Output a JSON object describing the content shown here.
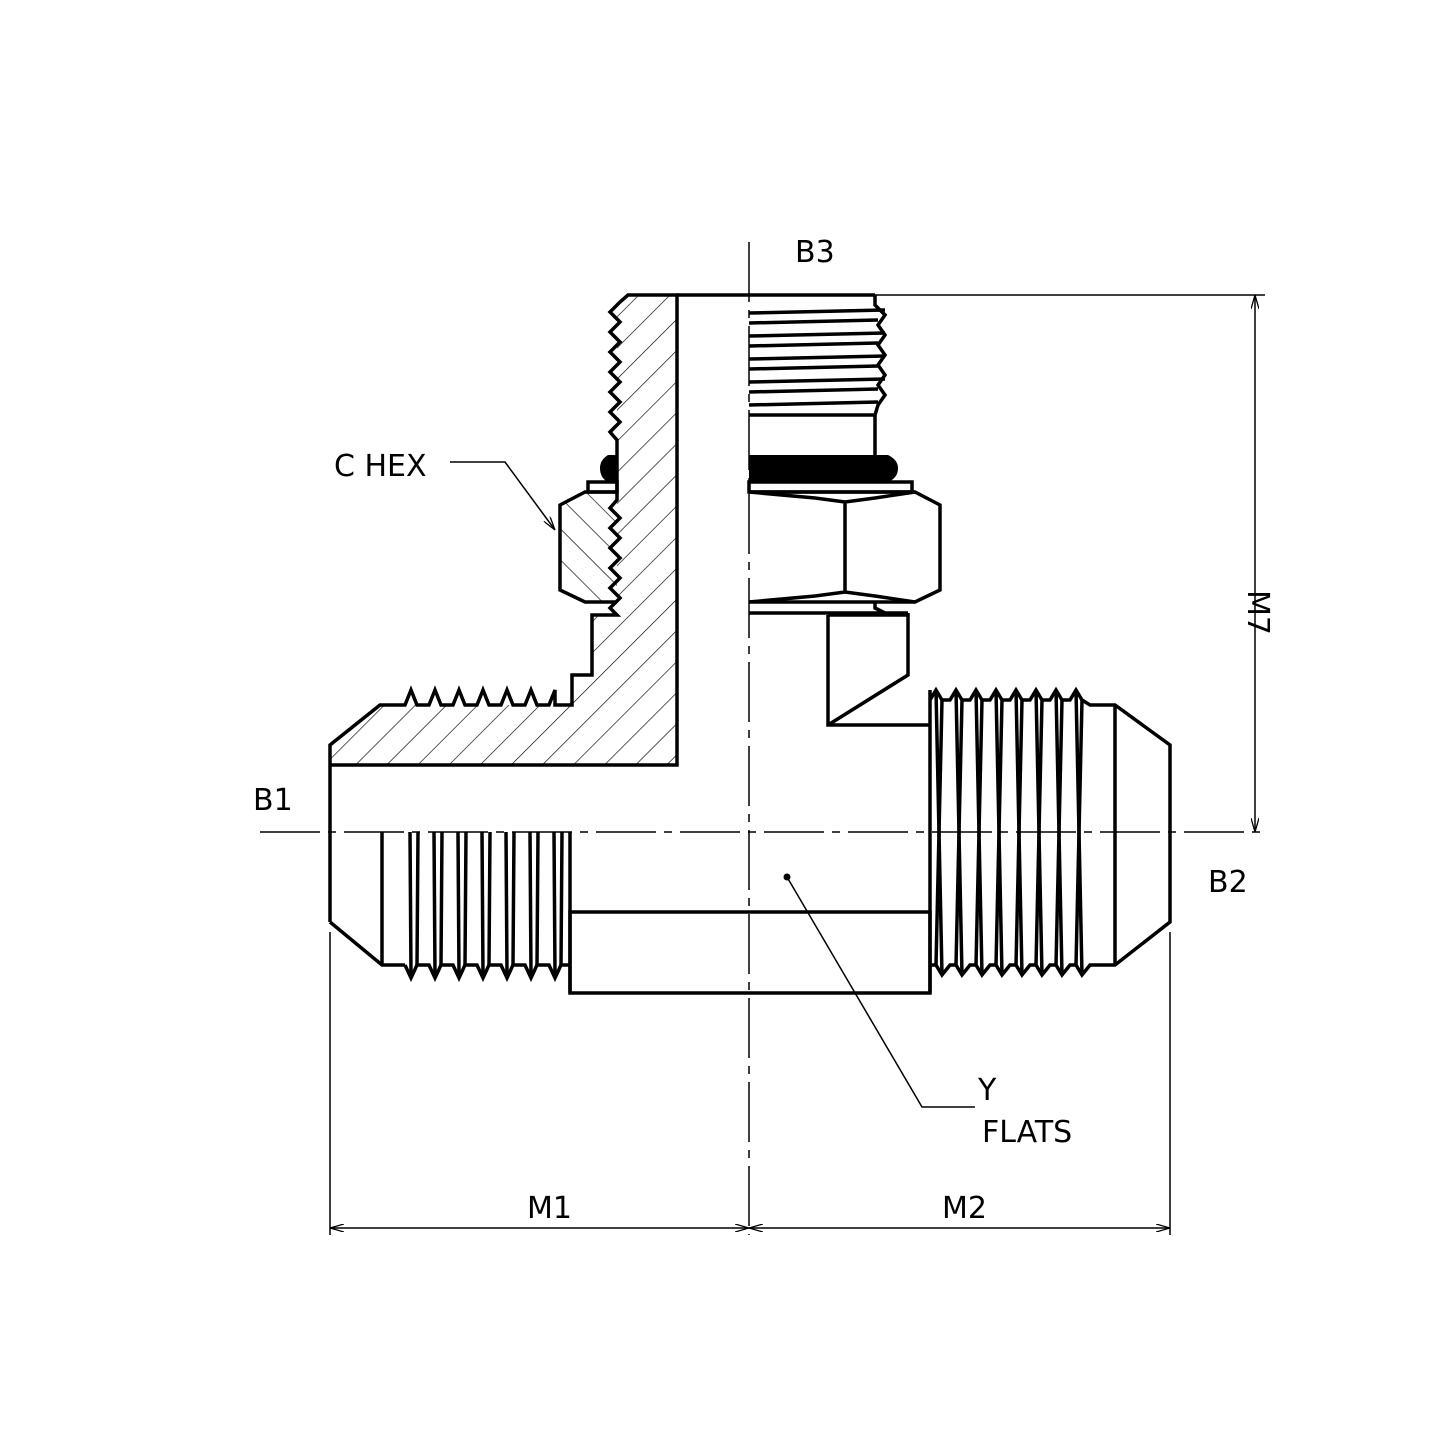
{
  "drawing": {
    "title": "Tee fitting - flare male branches with O-ring boss and locknut",
    "labels": {
      "b1": "B1",
      "b2": "B2",
      "b3": "B3",
      "c_hex": "C HEX",
      "m1": "M1",
      "m2": "M2",
      "m7": "M7",
      "y": "Y",
      "flats": "FLATS"
    },
    "colors": {
      "line": "#000000",
      "background": "#ffffff"
    }
  }
}
